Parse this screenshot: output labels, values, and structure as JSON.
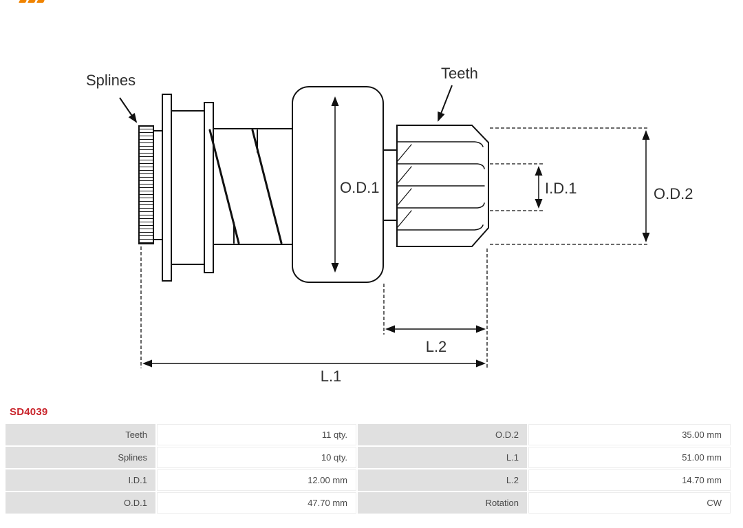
{
  "part": {
    "number": "SD4039"
  },
  "colors": {
    "part_number": "#c9252c",
    "table_label_bg": "#e0e0e0",
    "diagram_lines": "#111111",
    "logo_fragment": "#f08300"
  },
  "diagram": {
    "labels": {
      "splines": "Splines",
      "teeth": "Teeth",
      "od1": "O.D.1",
      "id1": "I.D.1",
      "od2": "O.D.2",
      "l2": "L.2",
      "l1": "L.1"
    }
  },
  "specs": {
    "rows": [
      [
        {
          "label": "Teeth",
          "value": "11 qty."
        },
        {
          "label": "O.D.2",
          "value": "35.00 mm"
        }
      ],
      [
        {
          "label": "Splines",
          "value": "10 qty."
        },
        {
          "label": "L.1",
          "value": "51.00 mm"
        }
      ],
      [
        {
          "label": "I.D.1",
          "value": "12.00 mm"
        },
        {
          "label": "L.2",
          "value": "14.70 mm"
        }
      ],
      [
        {
          "label": "O.D.1",
          "value": "47.70 mm"
        },
        {
          "label": "Rotation",
          "value": "CW"
        }
      ]
    ]
  }
}
